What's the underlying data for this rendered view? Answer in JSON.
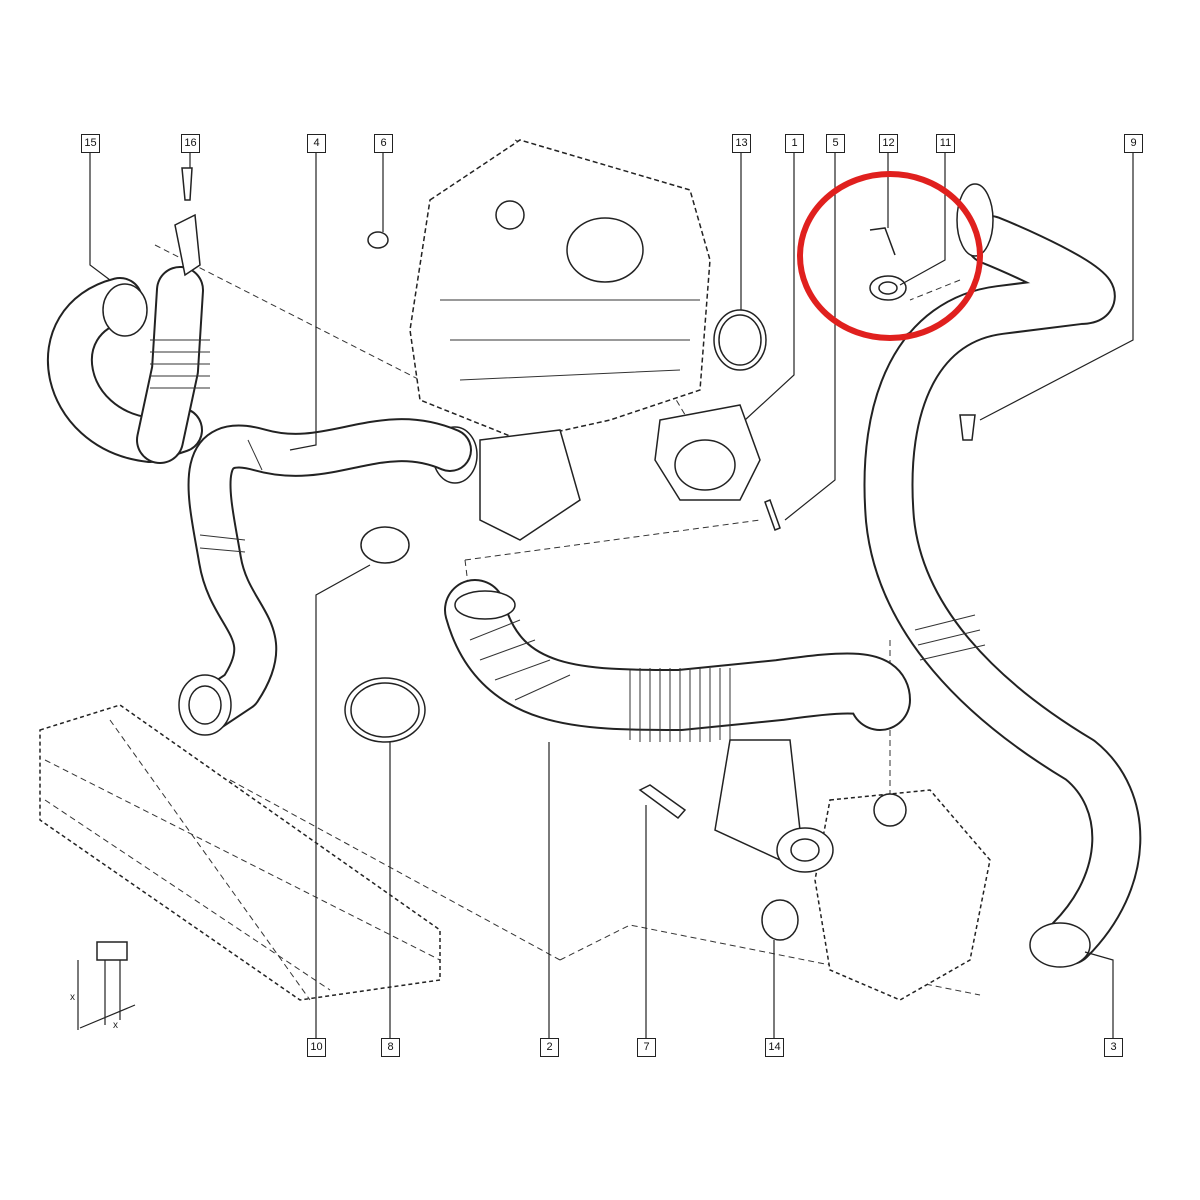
{
  "diagram": {
    "top_labels": [
      "15",
      "16",
      "4",
      "6",
      "13",
      "1",
      "5",
      "12",
      "11",
      "9"
    ],
    "bottom_labels": [
      "10",
      "8",
      "2",
      "7",
      "14",
      "3"
    ],
    "legend": {
      "dimension_x": "x"
    },
    "highlight_color": "#e0201e"
  }
}
